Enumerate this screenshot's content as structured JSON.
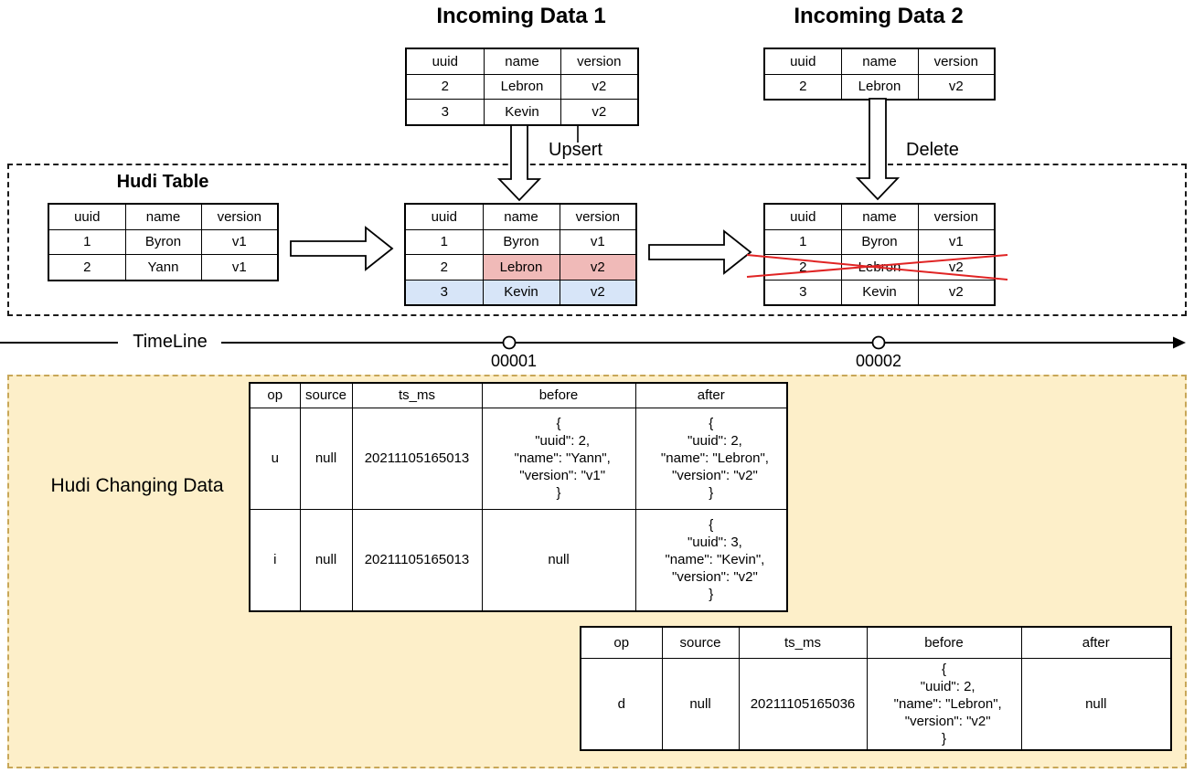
{
  "titles": {
    "incoming1": "Incoming Data 1",
    "incoming2": "Incoming Data 2",
    "hudi_table": "Hudi Table",
    "hudi_changing": "Hudi Changing Data",
    "timeline": "TimeLine"
  },
  "labels": {
    "upsert": "Upsert",
    "delete": "Delete",
    "commit1": "00001",
    "commit2": "00002"
  },
  "schema": [
    "uuid",
    "name",
    "version"
  ],
  "tables": {
    "incoming1": {
      "rows": [
        [
          "2",
          "Lebron",
          "v2"
        ],
        [
          "3",
          "Kevin",
          "v2"
        ]
      ]
    },
    "incoming2": {
      "rows": [
        [
          "2",
          "Lebron",
          "v2"
        ]
      ]
    },
    "hudi_initial": {
      "rows": [
        [
          "1",
          "Byron",
          "v1"
        ],
        [
          "2",
          "Yann",
          "v1"
        ]
      ]
    },
    "hudi_upserted": {
      "rows": [
        [
          "1",
          "Byron",
          "v1"
        ],
        [
          "2",
          "Lebron",
          "v2"
        ],
        [
          "3",
          "Kevin",
          "v2"
        ]
      ]
    },
    "hudi_deleted": {
      "rows": [
        [
          "1",
          "Byron",
          "v1"
        ],
        [
          "2",
          "Lebron",
          "v2"
        ],
        [
          "3",
          "Kevin",
          "v2"
        ]
      ]
    }
  },
  "cdc_headers": [
    "op",
    "source",
    "ts_ms",
    "before",
    "after"
  ],
  "cdc1_rows": [
    [
      "u",
      "null",
      "20211105165013",
      "{\n  \"uuid\": 2,\n  \"name\": \"Yann\",\n  \"version\": \"v1\"\n}",
      "{\n  \"uuid\": 2,\n  \"name\": \"Lebron\",\n  \"version\": \"v2\"\n}"
    ],
    [
      "i",
      "null",
      "20211105165013",
      "null",
      "{\n  \"uuid\": 3,\n  \"name\": \"Kevin\",\n  \"version\": \"v2\"\n}"
    ]
  ],
  "cdc2_rows": [
    [
      "d",
      "null",
      "20211105165036",
      "{\n  \"uuid\": 2,\n  \"name\": \"Lebron\",\n  \"version\": \"v2\"\n}",
      "null"
    ]
  ],
  "colors": {
    "highlight_update_fill": "#F0BAB8",
    "highlight_update_stroke": "#B05050",
    "highlight_insert_fill": "#D7E5F8",
    "highlight_insert_stroke": "#6C8EBF",
    "changing_box_fill": "#FDEFC9",
    "changing_box_stroke": "#C8A758",
    "delete_cross": "#E02424"
  }
}
